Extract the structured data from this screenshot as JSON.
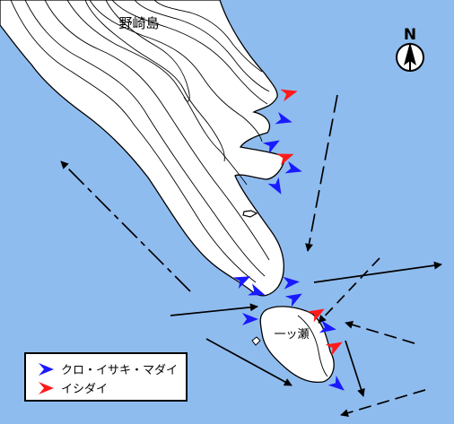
{
  "map": {
    "background_color": "#8fbcef",
    "land_color": "#ffffff",
    "island_label": "野崎島",
    "rock_label": "一ッ瀬",
    "compass_letter": "N"
  },
  "legend": {
    "items": [
      {
        "label": "クロ・イサキ・マダイ",
        "color": "#1a1aff",
        "icon": "blue-arrow-marker"
      },
      {
        "label": "イシダイ",
        "color": "#ff1a1a",
        "icon": "red-arrow-marker"
      }
    ]
  }
}
